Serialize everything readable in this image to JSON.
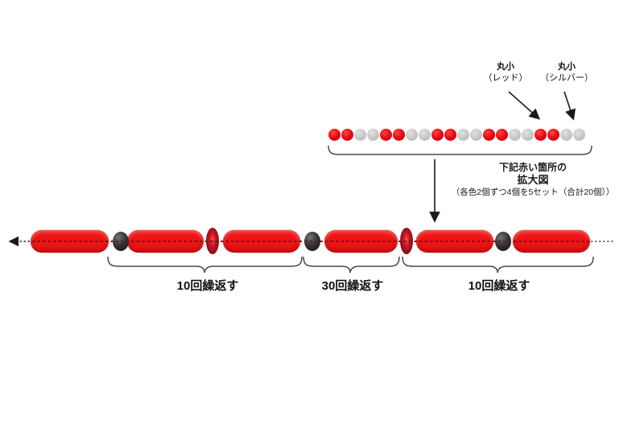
{
  "magnified": {
    "bead_labels": [
      {
        "line1": "丸小",
        "line2": "（レッド）"
      },
      {
        "line1": "丸小",
        "line2": "（シルバー）"
      }
    ],
    "bead_pattern": [
      "red",
      "red",
      "silver",
      "silver",
      "red",
      "red",
      "silver",
      "silver",
      "red",
      "red",
      "silver",
      "silver",
      "red",
      "red",
      "silver",
      "silver",
      "red",
      "red",
      "silver",
      "silver"
    ],
    "caption": {
      "line1": "下記赤い箇所の",
      "line2": "拡大図",
      "line3": "（各色2個ずつ4個を5セット（合計20個））"
    }
  },
  "strand": {
    "sequence": [
      "tube",
      "dark-bead",
      "tube",
      "disc-bead",
      "tube",
      "dark-bead",
      "tube",
      "disc-bead",
      "tube",
      "dark-bead",
      "tube"
    ],
    "sections": [
      {
        "label": "10回繰返す"
      },
      {
        "label": "30回繰返す"
      },
      {
        "label": "10回繰返す"
      }
    ]
  },
  "colors": {
    "bead_red": "#e60012",
    "bead_silver": "#c6c6c6",
    "tube_red": "#ec1414",
    "dark_bead": "#141416",
    "disc_red": "#8e0f1a",
    "thread_red": "#7d1113",
    "line_dark": "#1a1a1a",
    "brace_gray": "#4a4a4a"
  }
}
